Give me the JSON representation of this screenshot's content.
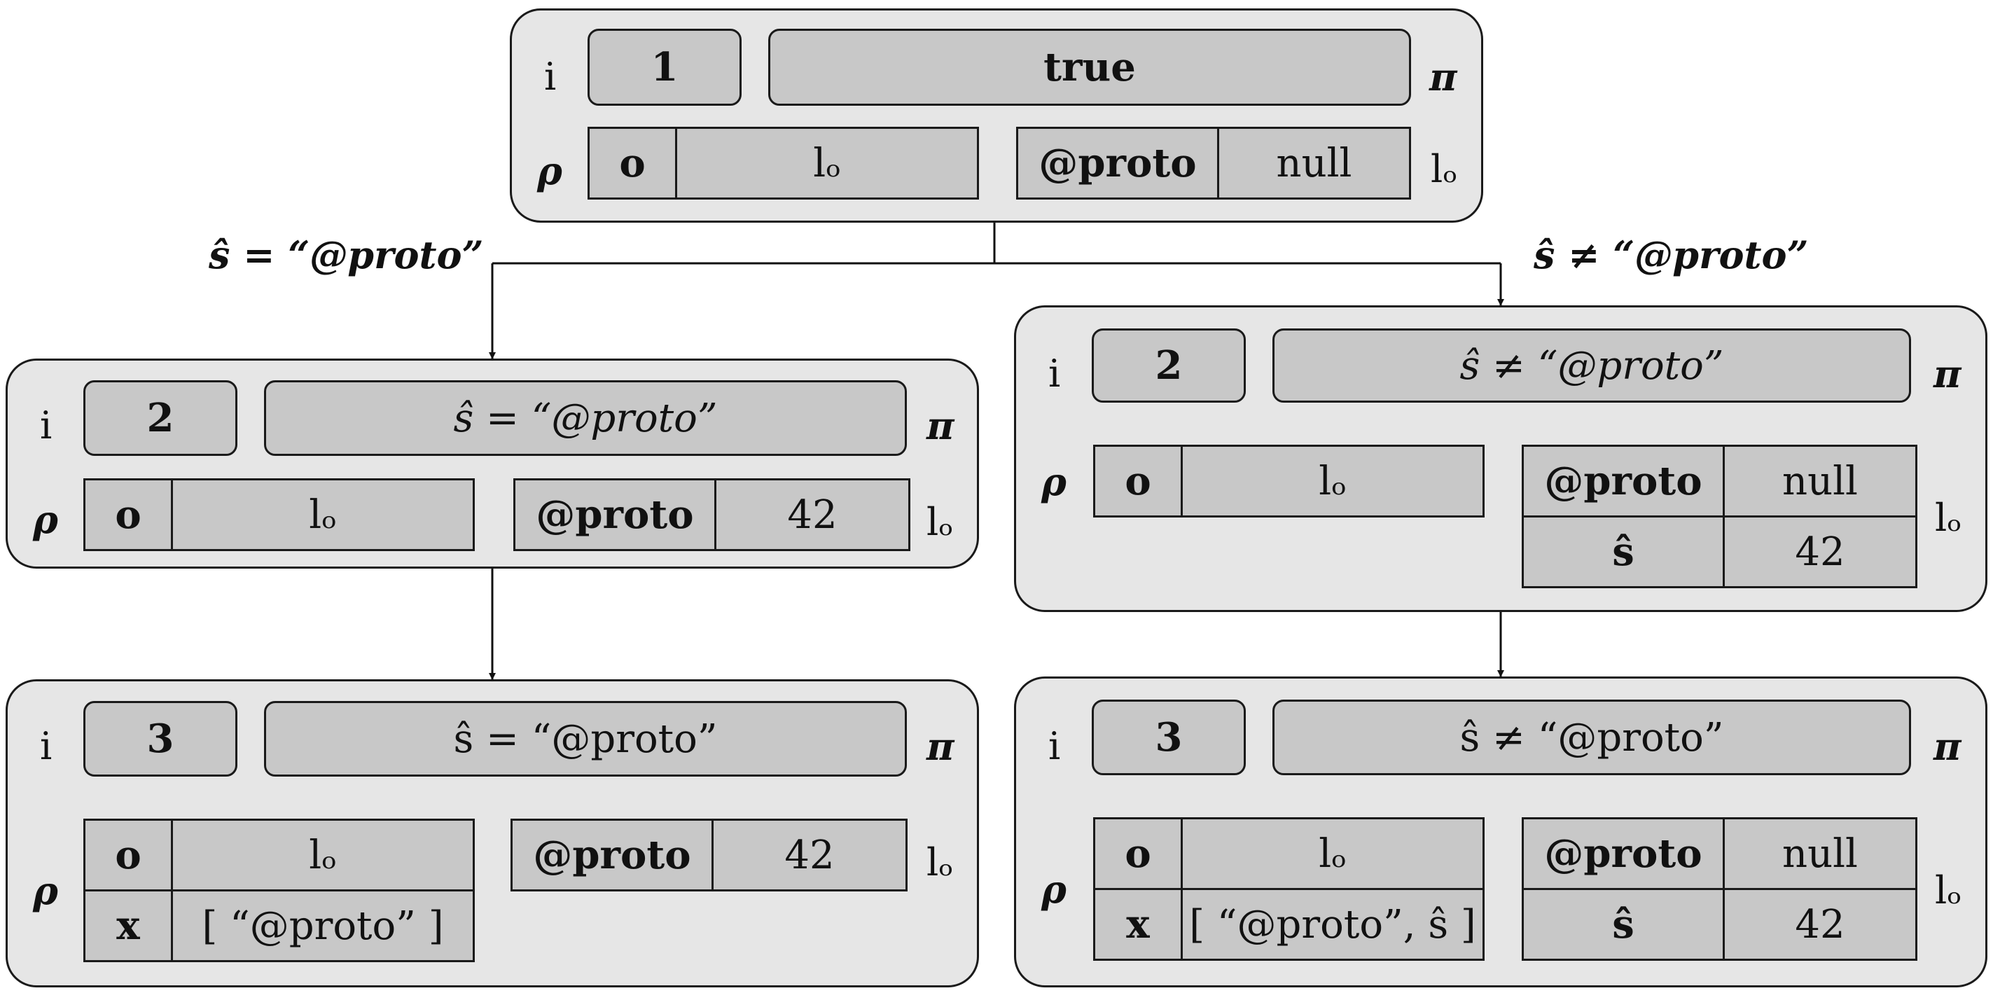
{
  "root": {
    "i_label": "i",
    "pi_label": "π",
    "rho_label": "ρ",
    "loc_label": "lₒ",
    "i_value": "1",
    "pi_value": "true",
    "rho": [
      {
        "key": "o",
        "value": "lₒ"
      }
    ],
    "heap": [
      {
        "key": "@proto",
        "value": "null"
      }
    ]
  },
  "edges": {
    "left_label": "ŝ = “@proto”",
    "right_label": "ŝ  ≠ “@proto”"
  },
  "left2": {
    "i_label": "i",
    "pi_label": "π",
    "rho_label": "ρ",
    "loc_label": "lₒ",
    "i_value": "2",
    "pi_value": "ŝ = “@proto”",
    "rho": [
      {
        "key": "o",
        "value": "lₒ"
      }
    ],
    "heap": [
      {
        "key": "@proto",
        "value": "42"
      }
    ]
  },
  "right2": {
    "i_label": "i",
    "pi_label": "π",
    "rho_label": "ρ",
    "loc_label": "lₒ",
    "i_value": "2",
    "pi_value": "ŝ  ≠ “@proto”",
    "rho": [
      {
        "key": "o",
        "value": "lₒ"
      }
    ],
    "heap": [
      {
        "key": "@proto",
        "value": "null"
      },
      {
        "key": "ŝ",
        "value": "42"
      }
    ]
  },
  "left3": {
    "i_label": "i",
    "pi_label": "π",
    "rho_label": "ρ",
    "loc_label": "lₒ",
    "i_value": "3",
    "pi_value": "ŝ = “@proto”",
    "rho": [
      {
        "key": "o",
        "value": "lₒ"
      },
      {
        "key": "x",
        "value": "[ “@proto” ]"
      }
    ],
    "heap": [
      {
        "key": "@proto",
        "value": "42"
      }
    ]
  },
  "right3": {
    "i_label": "i",
    "pi_label": "π",
    "rho_label": "ρ",
    "loc_label": "lₒ",
    "i_value": "3",
    "pi_value": "ŝ  ≠ “@proto”",
    "rho": [
      {
        "key": "o",
        "value": "lₒ"
      },
      {
        "key": "x",
        "value": "[ “@proto”, ŝ ]"
      }
    ],
    "heap": [
      {
        "key": "@proto",
        "value": "null"
      },
      {
        "key": "ŝ",
        "value": "42"
      }
    ]
  }
}
